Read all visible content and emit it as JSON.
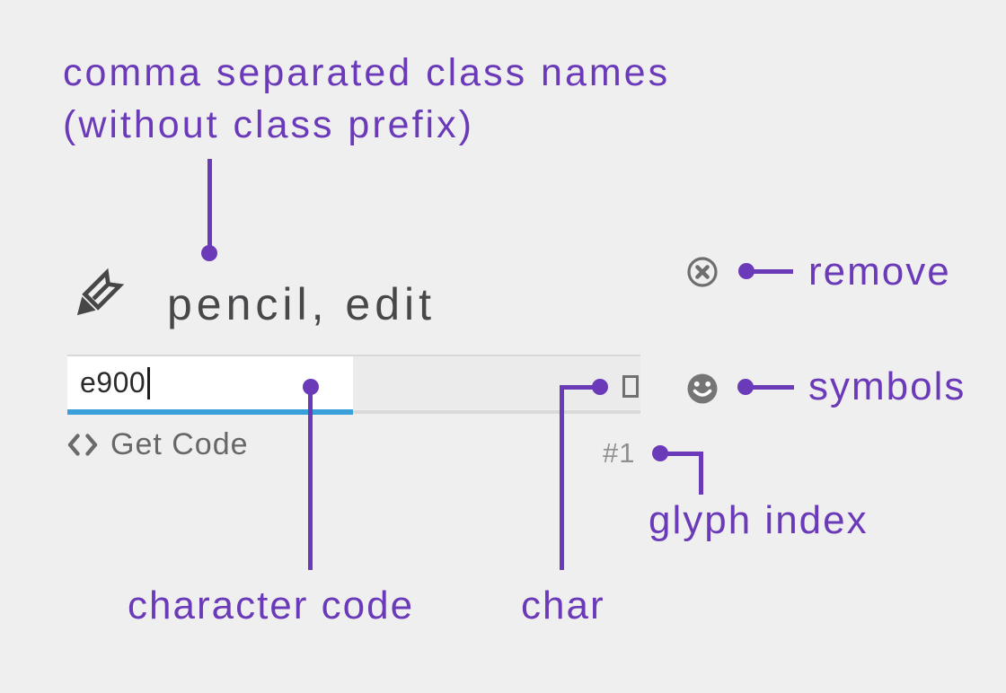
{
  "colors": {
    "background": "#f0efef",
    "annotation_purple": "#6a3ab9",
    "accent_blue": "#3aa0d9",
    "icon_gray": "#6e6e6e",
    "text_dark": "#48484b"
  },
  "annotations": {
    "class_names_line1": "comma separated class names",
    "class_names_line2": "(without class prefix)",
    "remove": "remove",
    "symbols": "symbols",
    "glyph_index": "glyph index",
    "character_code": "character code",
    "char": "char"
  },
  "glyph_editor": {
    "names_value": "pencil, edit",
    "char_code_value": "e900",
    "glyph_index_value": "#1",
    "char_preview": "",
    "get_code_label": "Get Code"
  },
  "icons": {
    "glyph": "pencil-icon",
    "get_code": "code-embed-icon",
    "remove": "circle-x-icon",
    "symbols": "smiley-icon",
    "char_preview": "missing-glyph-box"
  }
}
